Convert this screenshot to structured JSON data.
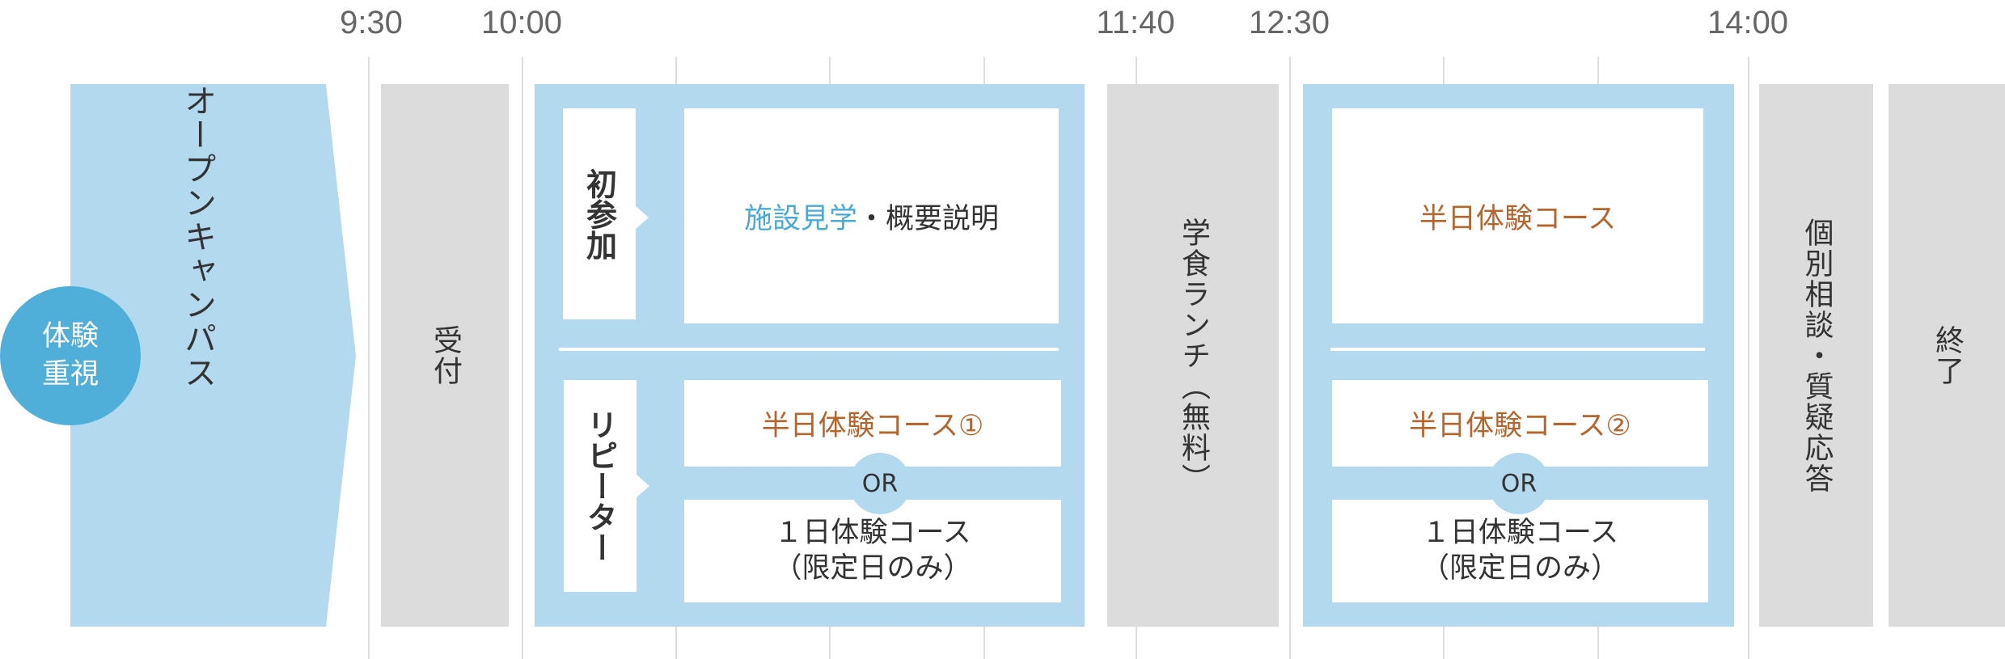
{
  "times": [
    "9:30",
    "10:00",
    "11:40",
    "12:30",
    "14:00"
  ],
  "badge": {
    "line1": "体験",
    "line2": "重視"
  },
  "open_campus": "オープンキャンパス",
  "reception": "受付",
  "first_time": {
    "label": "初参加",
    "highlight": "施設見学",
    "rest": "・概要説明"
  },
  "repeater": {
    "label": "リピーター",
    "option1": "半日体験コース①",
    "or": "OR",
    "option2_line1": "１日体験コース",
    "option2_line2": "（限定日のみ）"
  },
  "lunch": "学食ランチ（無料）",
  "afternoon": {
    "first_time": "半日体験コース",
    "option1": "半日体験コース②",
    "or": "OR",
    "option2_line1": "１日体験コース",
    "option2_line2": "（限定日のみ）"
  },
  "consult": "個別相談・質疑応答",
  "end": "終了",
  "colors": {
    "light_blue": "#b3d9ef",
    "badge_blue": "#4fafd9",
    "gray": "#dcdcdc",
    "orange": "#b5652e",
    "blue_text": "#4aaad6"
  }
}
